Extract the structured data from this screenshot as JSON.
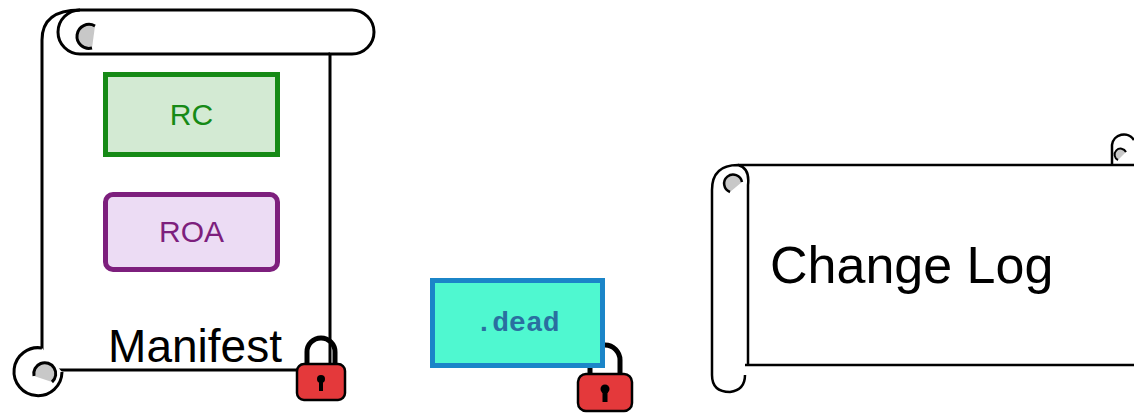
{
  "diagram": {
    "nodes": [
      {
        "text": [
          "Manifest"
        ]
      },
      {
        "text": [
          "RC"
        ],
        "in": 0
      },
      {
        "text": [
          "ROA"
        ],
        "in": 0
      },
      {
        "text": [
          ".dead"
        ]
      },
      {
        "text": [
          "Change Log"
        ]
      }
    ]
  }
}
